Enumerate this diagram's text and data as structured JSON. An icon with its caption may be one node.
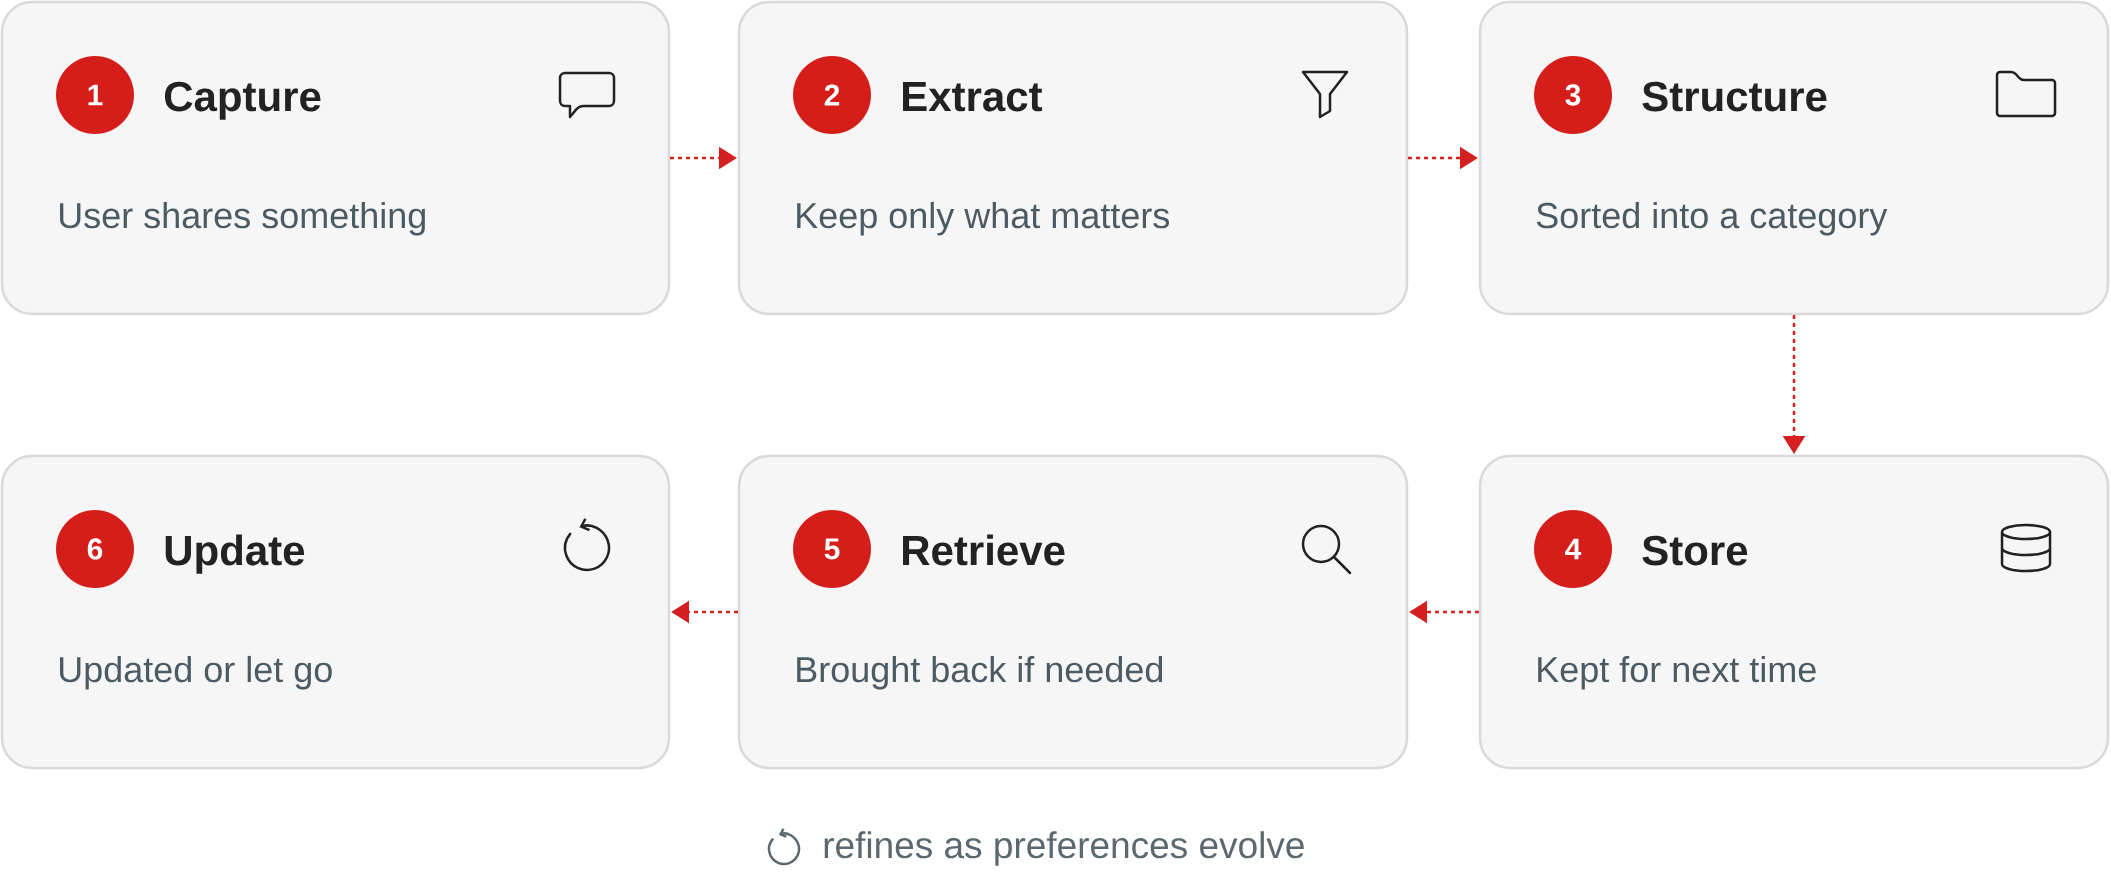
{
  "diagram": {
    "nodes": [
      {
        "text": [
          "Capture",
          "User shares something"
        ]
      },
      {
        "text": [
          "1"
        ],
        "in": 0
      },
      {
        "text": [
          "Extract",
          "Keep only what matters"
        ]
      },
      {
        "text": [
          "2"
        ],
        "in": 2
      },
      {
        "text": [
          "Structure",
          "Sorted into a category"
        ]
      },
      {
        "text": [
          "3"
        ],
        "in": 4
      },
      {
        "text": [
          "Store",
          "Kept for next time"
        ]
      },
      {
        "text": [
          "4"
        ],
        "in": 6
      },
      {
        "text": [
          "Retrieve",
          "Brought back if needed"
        ]
      },
      {
        "text": [
          "5"
        ],
        "in": 8
      },
      {
        "text": [
          "Update",
          "Updated or let go"
        ]
      },
      {
        "text": [
          "6"
        ],
        "in": 10
      }
    ],
    "edges": [
      {
        "from": 0,
        "to": 2,
        "arrow": "to",
        "style": "dashed",
        "color": "#d42020"
      },
      {
        "from": 2,
        "to": 4,
        "arrow": "to",
        "style": "dashed",
        "color": "#d42020"
      },
      {
        "from": 4,
        "to": 6,
        "arrow": "to",
        "style": "dashed",
        "color": "#d42020"
      },
      {
        "from": 6,
        "to": 8,
        "arrow": "to",
        "style": "dashed",
        "color": "#d42020"
      },
      {
        "from": 8,
        "to": 10,
        "arrow": "to",
        "style": "dashed",
        "color": "#d42020"
      }
    ],
    "caption": "refines as preferences evolve"
  }
}
